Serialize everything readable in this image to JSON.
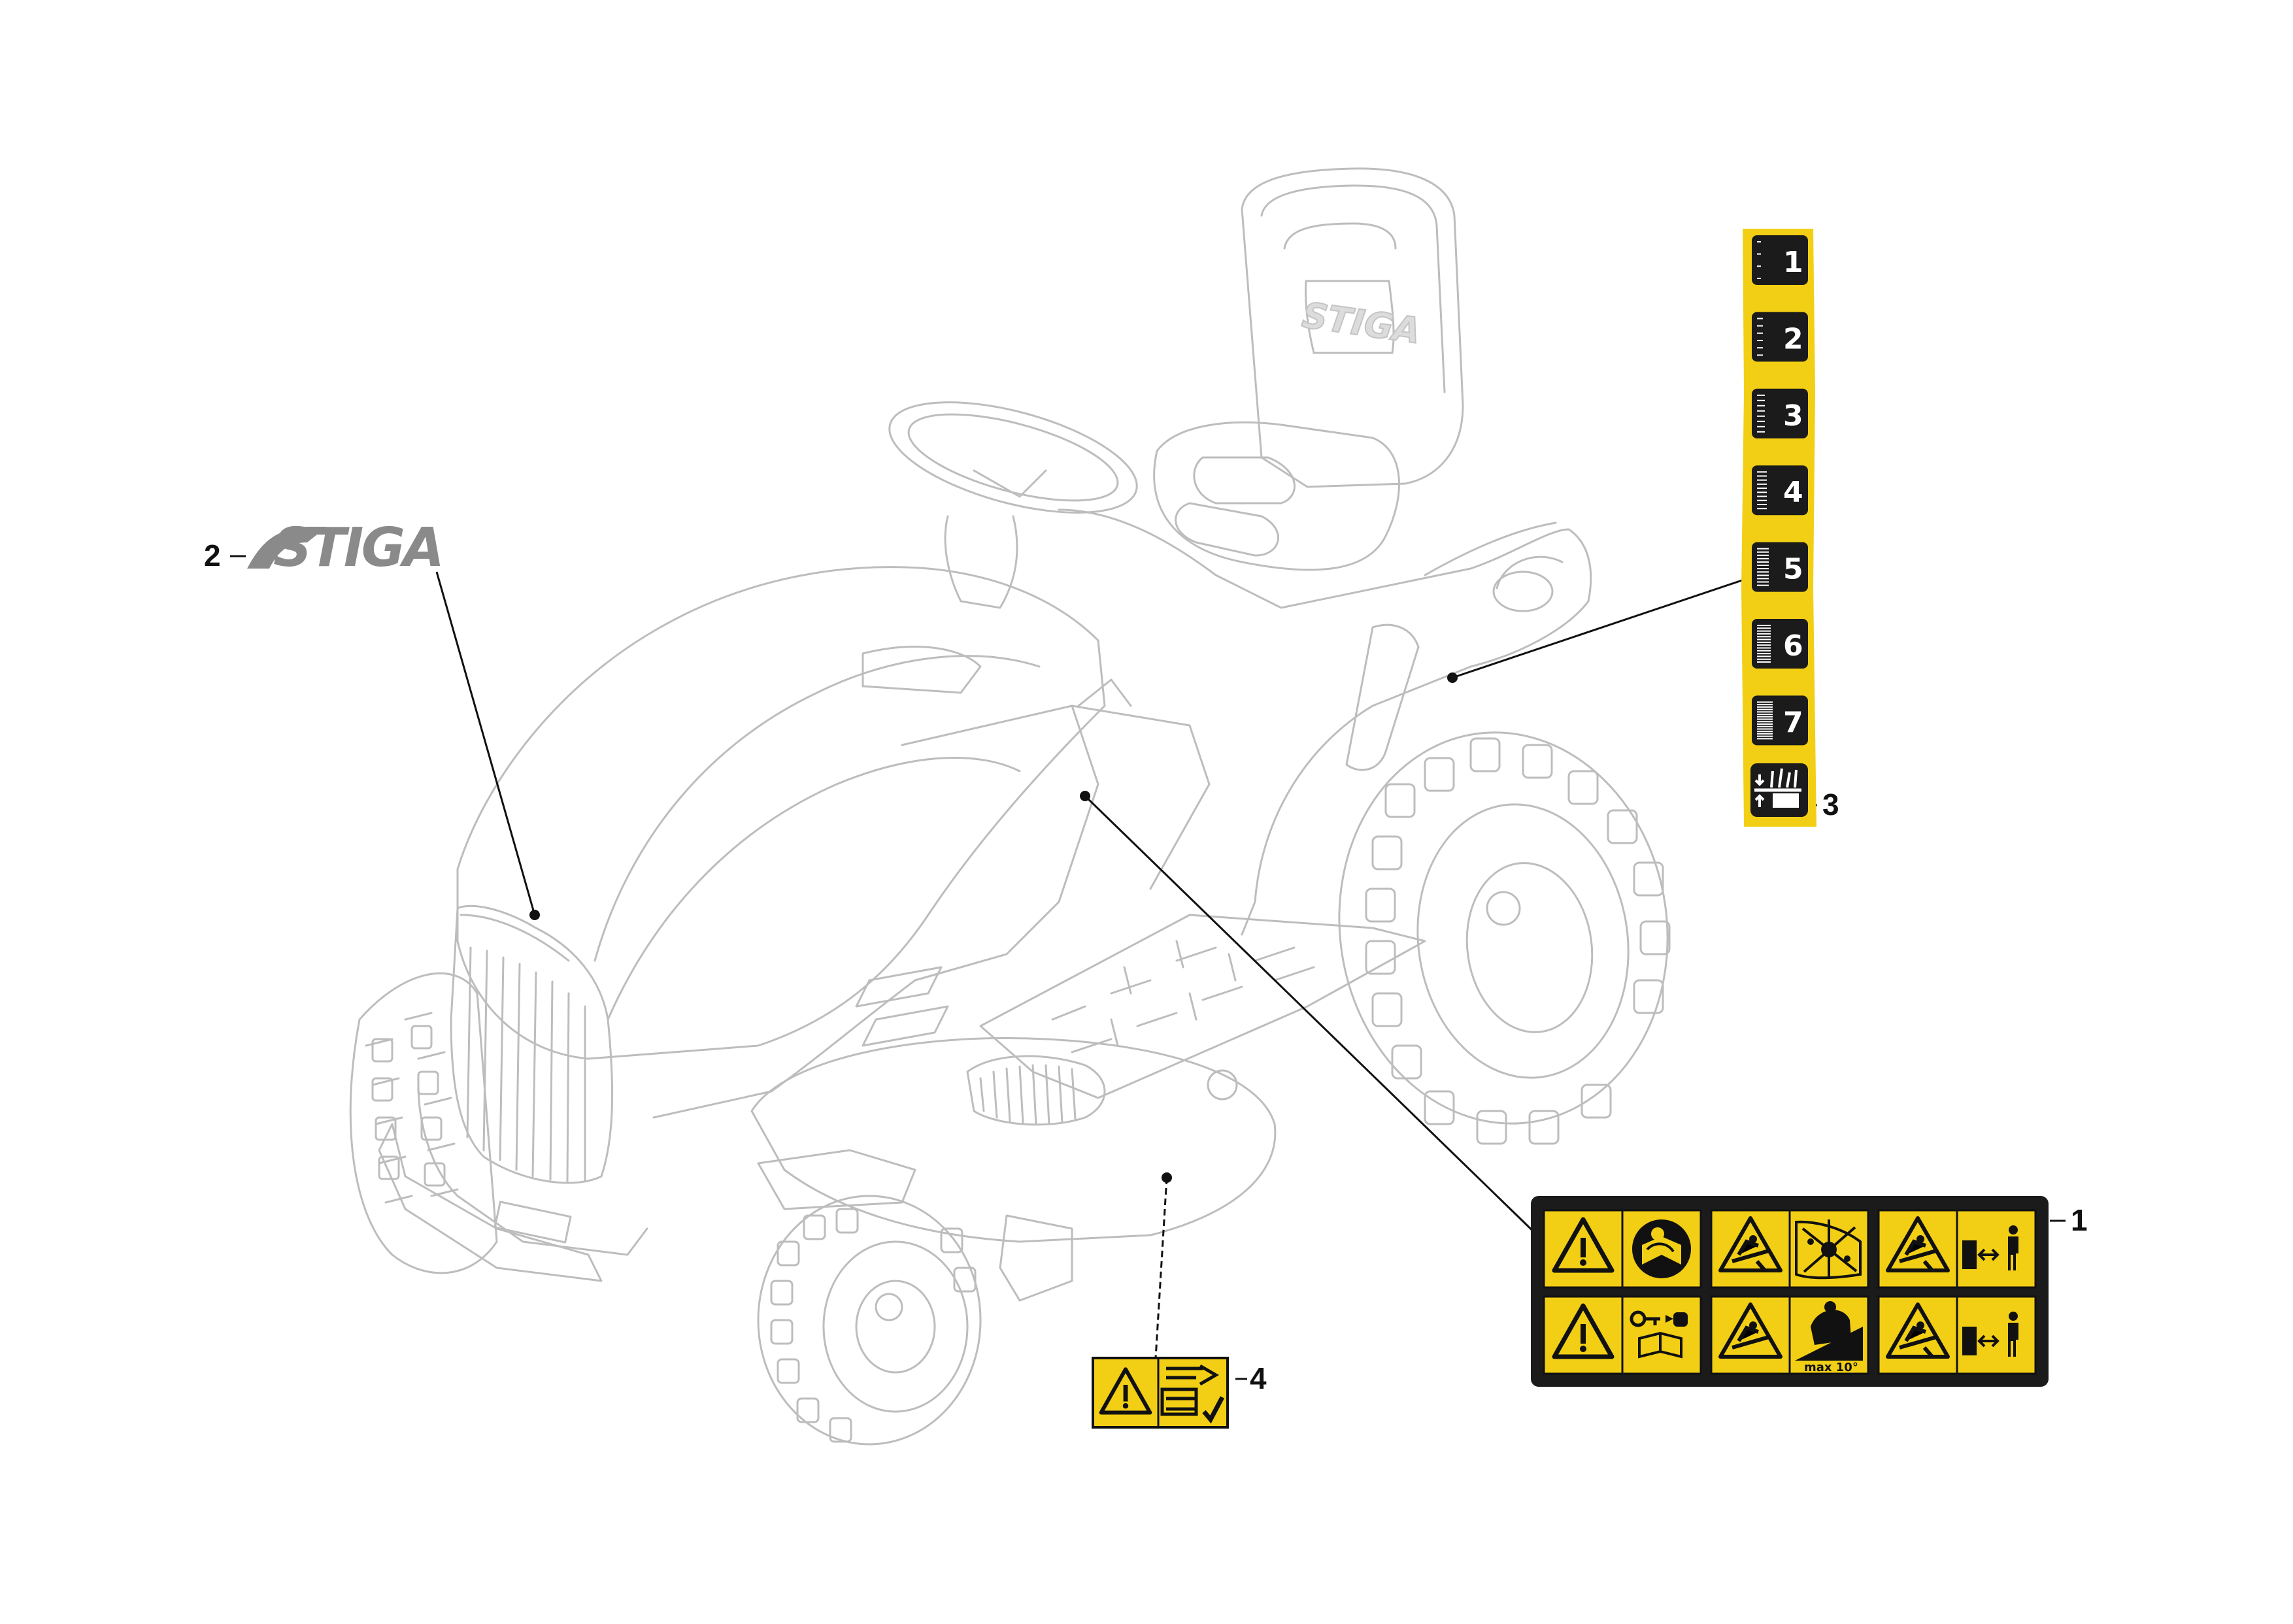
{
  "diagram": {
    "logo_text": "STIGA",
    "seat_logo_text": "STIGA",
    "callouts": [
      {
        "number": "1"
      },
      {
        "number": "2"
      },
      {
        "number": "3"
      },
      {
        "number": "4"
      }
    ],
    "height_strip": {
      "levels": [
        "1",
        "2",
        "3",
        "4",
        "5",
        "6",
        "7"
      ]
    },
    "warning_label": {
      "slope_text": "max 10°"
    },
    "icons": [
      "warning-triangle-icon",
      "read-manual-icon",
      "blade-hazard-icon",
      "thrown-objects-icon",
      "keep-distance-icon",
      "remove-key-icon",
      "tip-over-hazard-icon",
      "slope-limit-icon",
      "cutting-height-icon",
      "deck-instruction-icon"
    ],
    "colors": {
      "label_yellow": "#f2cf14",
      "label_black": "#1b1b1b",
      "outline_gray": "#bdbdbd",
      "logo_gray": "#8a8a8a"
    }
  }
}
